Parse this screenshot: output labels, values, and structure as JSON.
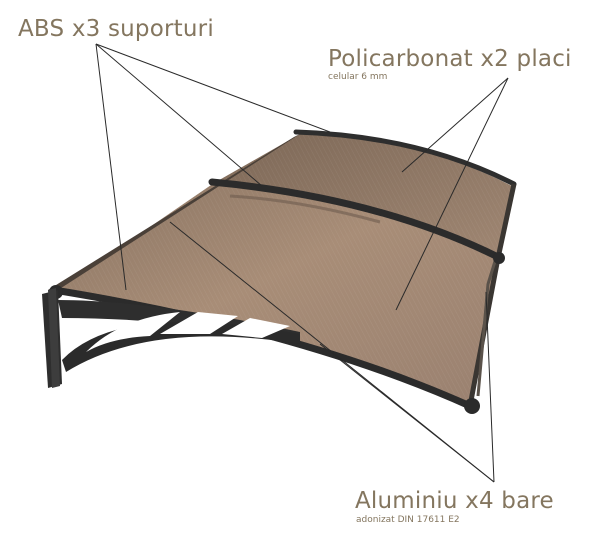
{
  "labels": {
    "abs": "ABS x3 suporturi",
    "policarbonat": "Policarbonat x2 placi",
    "policarbonat_sub": "celular 6 mm",
    "aluminiu": "Aluminiu x4 bare",
    "aluminiu_sub": "adonizat DIN 17611 E2"
  },
  "colors": {
    "label_text": "#84765f",
    "panel": "#9e8470",
    "frame": "#2e2e2e",
    "leader_line": "#2a2a2a"
  }
}
